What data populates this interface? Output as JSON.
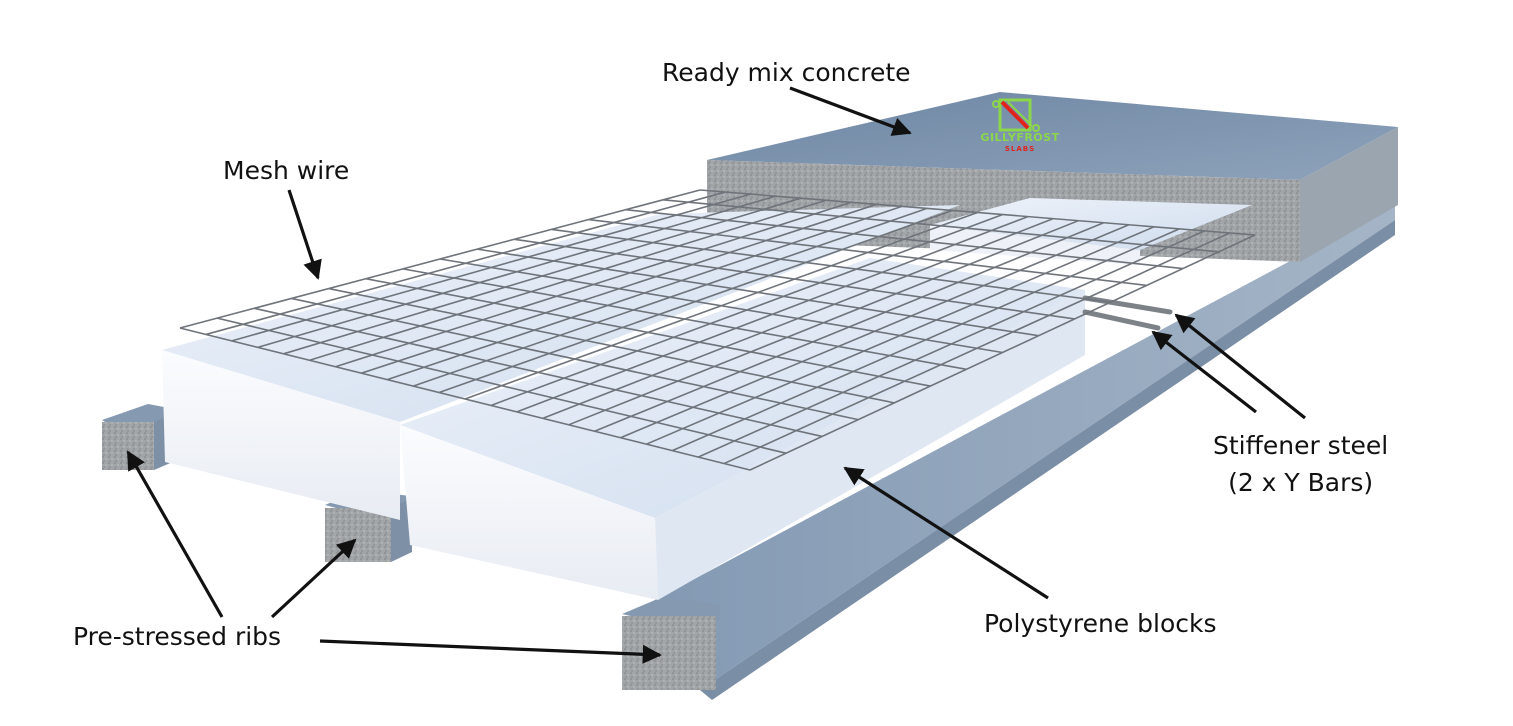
{
  "labels": {
    "ready_mix_concrete": "Ready mix concrete",
    "mesh_wire": "Mesh wire",
    "stiffener_steel_line1": "Stiffener steel",
    "stiffener_steel_line2": "(2 x Y Bars)",
    "polystyrene_blocks": "Polystyrene blocks",
    "pre_stressed_ribs": "Pre-stressed ribs"
  },
  "logo": {
    "name": "GILLYFROST",
    "sub": "SLABS"
  },
  "colors": {
    "concrete_top": "#7c93ad",
    "concrete_side": "#9aa3ab",
    "polystyrene_top": "#dfe9f6",
    "polystyrene_side": "#f4f6fa",
    "steel": "#7d8289",
    "logo_green": "#8bd64a",
    "logo_red": "#e0231d",
    "arrow": "#111111"
  }
}
